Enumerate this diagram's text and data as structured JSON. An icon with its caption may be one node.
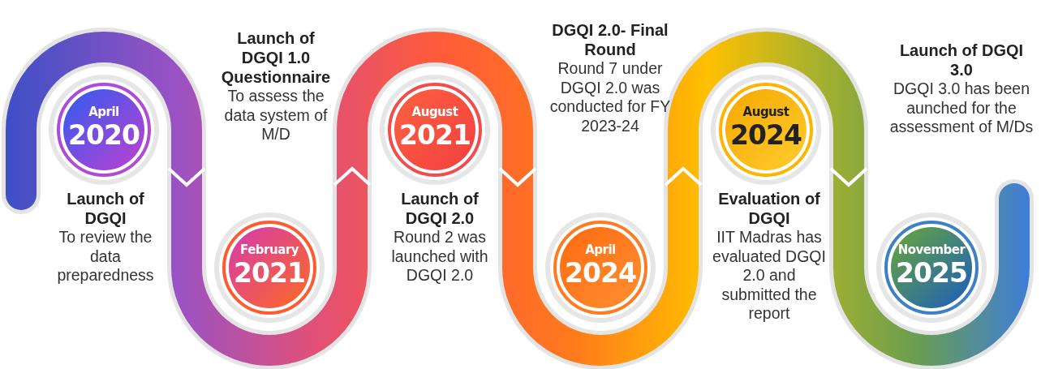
{
  "diagram": {
    "nodes": [
      {
        "text": [
          "April",
          "2020"
        ],
        "beside": [
          "Launch of DGQI",
          "To review the data preparedness"
        ]
      },
      {
        "text": [
          "February",
          "2021"
        ],
        "beside": [
          "Launch of DGQI 1.0 Questionnaire",
          "To assess the data system of M/D"
        ]
      },
      {
        "text": [
          "August",
          "2021"
        ],
        "beside": [
          "Launch of DGQI 2.0",
          "Round 2 was launched with DGQI 2.0"
        ]
      },
      {
        "text": [
          "April",
          "2024"
        ],
        "beside": [
          "DGQI 2.0- Final Round",
          "Round 7 under DGQI 2.0 was conducted for FY 2023-24"
        ]
      },
      {
        "text": [
          "August",
          "2024"
        ],
        "beside": [
          "Evaluation of DGQI",
          "IIT Madras has evaluated DGQI 2.0 and submitted the report"
        ]
      },
      {
        "text": [
          "November",
          "2025"
        ],
        "beside": [
          "Launch of DGQI 3.0",
          "DGQI 3.0 has been aunched for the assessment of M/Ds"
        ]
      }
    ]
  }
}
